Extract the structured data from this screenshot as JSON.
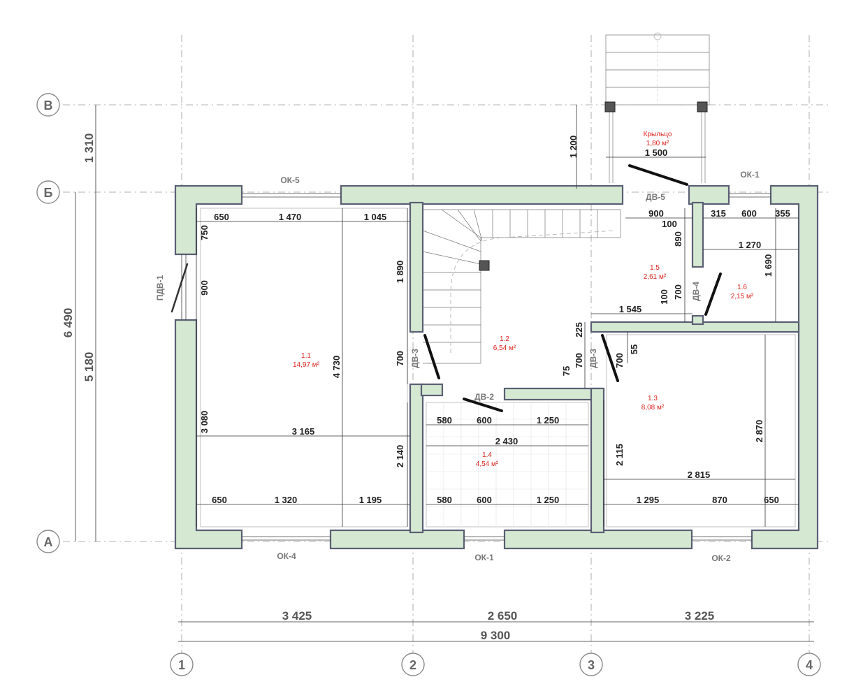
{
  "axes": {
    "columns": [
      "1",
      "2",
      "3",
      "4"
    ],
    "rows": [
      "В",
      "Б",
      "А"
    ]
  },
  "overall_dims": {
    "bottom": [
      "3 425",
      "2 650",
      "3 225"
    ],
    "total": "9 300",
    "left_outer": "6 490",
    "left_ab": "5 180",
    "left_bv": "1 310"
  },
  "rooms": [
    {
      "id": "1.1",
      "area": "14,97 м²"
    },
    {
      "id": "1.2",
      "area": "6,54 м²"
    },
    {
      "id": "1.3",
      "area": "8,08 м²"
    },
    {
      "id": "1.4",
      "area": "4,54 м²"
    },
    {
      "id": "1.5",
      "area": "2,61 м²"
    },
    {
      "id": "1.6",
      "area": "2,15 м²"
    },
    {
      "id": "Крыльцо",
      "area": "1,80 м²"
    }
  ],
  "marks": {
    "ok5": "ОК-5",
    "ok1_top": "ОК-1",
    "ok4": "ОК-4",
    "ok1_bottom": "ОК-1",
    "ok2": "ОК-2",
    "pdv1": "ПДВ-1",
    "dv2": "ДВ-2",
    "dv3_left": "ДВ-3",
    "dv3_right": "ДВ-3",
    "dv4": "ДВ-4",
    "dv5": "ДВ-5"
  },
  "dims": {
    "d650a": "650",
    "d1470": "1 470",
    "d1045": "1 045",
    "d750": "750",
    "d900a": "900",
    "d4730": "4 730",
    "d3080": "3 080",
    "d3165": "3 165",
    "d650b": "650",
    "d1320": "1 320",
    "d1195": "1 195",
    "d1890": "1 890",
    "d700a": "700",
    "d2140": "2 140",
    "d580a": "580",
    "d600a": "600",
    "d1250a": "1 250",
    "d2430": "2 430",
    "d580b": "580",
    "d600b": "600",
    "d1250b": "1 250",
    "d1200": "1 200",
    "d1500": "1 500",
    "d900b": "900",
    "d100a": "100",
    "d890": "890",
    "d315": "315",
    "d600c": "600",
    "d355": "355",
    "d1270": "1 270",
    "d1690": "1 690",
    "d100b": "100",
    "d700b": "700",
    "d1545": "1 545",
    "d225": "225",
    "d55": "55",
    "d75": "75",
    "d700c": "700",
    "d700d": "700",
    "d2115": "2 115",
    "d2870": "2 870",
    "d2815": "2 815",
    "d1295": "1 295",
    "d870": "870",
    "d650c": "650"
  },
  "colors": {
    "wall_fill": "#d5e8d2",
    "wall_stroke": "#5a5f73",
    "room_label": "#d9231c",
    "door": "#111111"
  }
}
